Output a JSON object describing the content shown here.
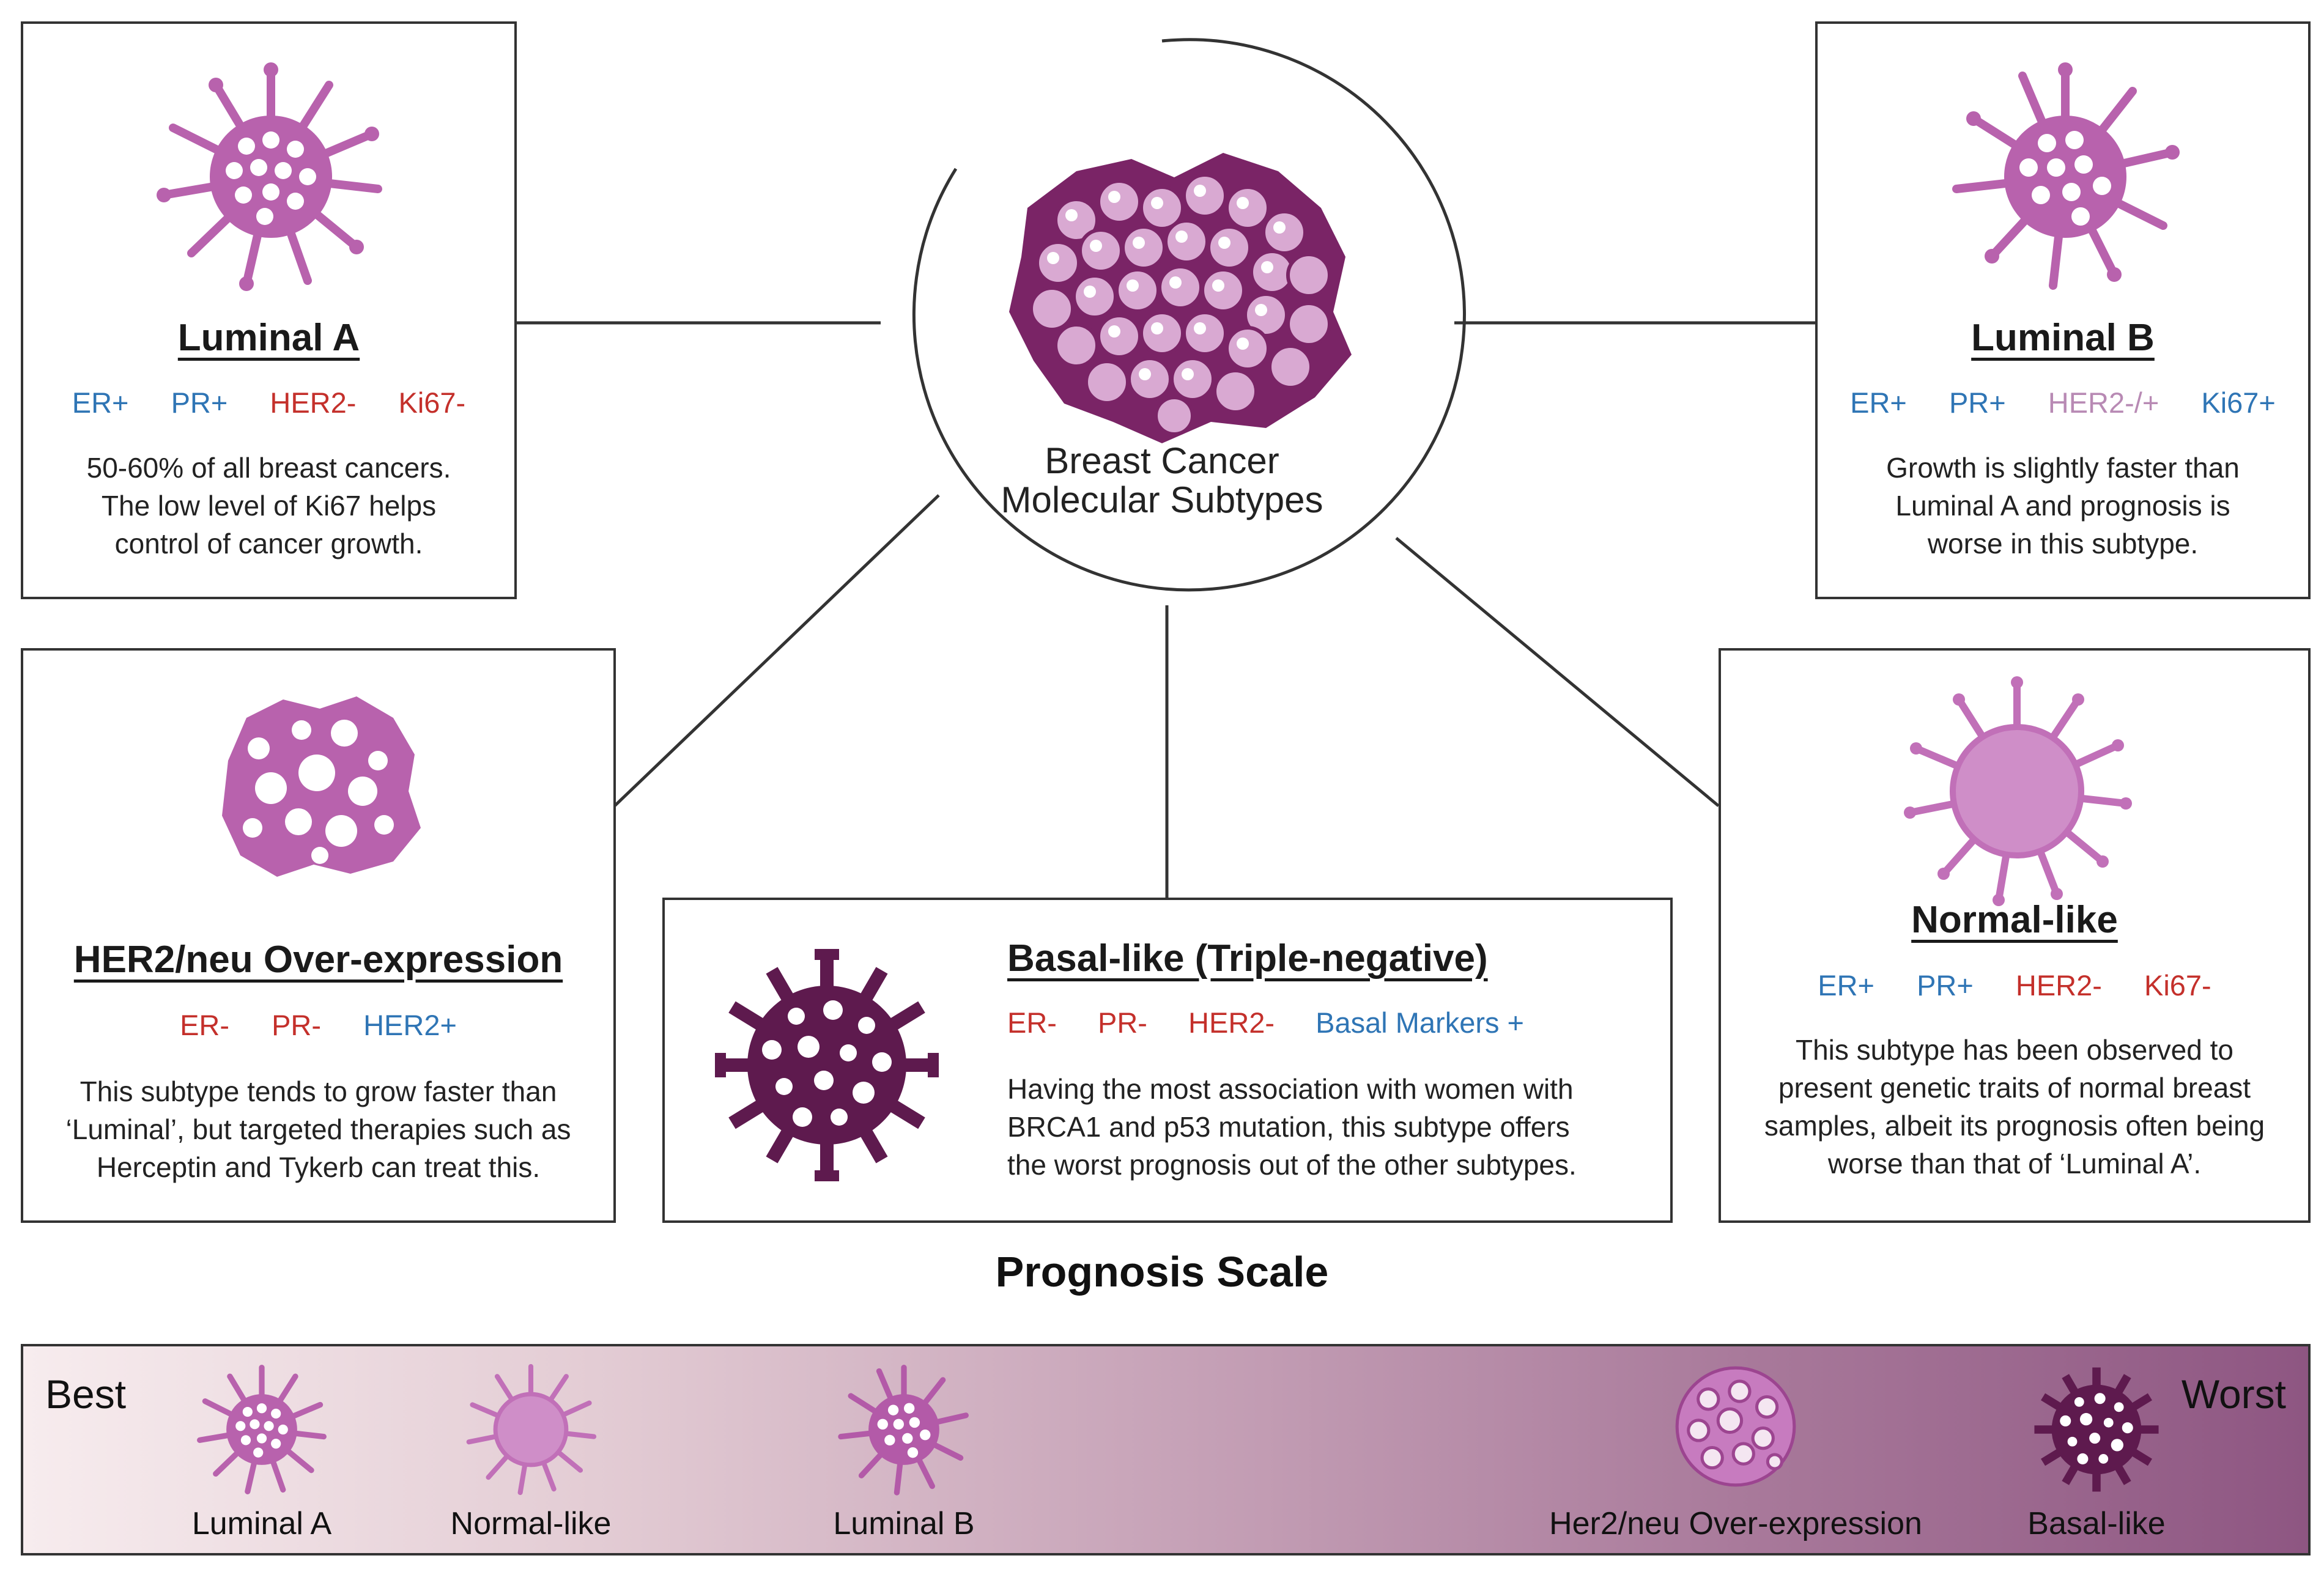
{
  "center": {
    "label_line1": "Breast Cancer",
    "label_line2": "Molecular Subtypes"
  },
  "luminal_a": {
    "title": "Luminal A",
    "markers": [
      {
        "text": "ER+",
        "status": "positive"
      },
      {
        "text": "PR+",
        "status": "positive"
      },
      {
        "text": "HER2-",
        "status": "negative"
      },
      {
        "text": "Ki67-",
        "status": "negative"
      }
    ],
    "desc": [
      "50-60% of all breast cancers.",
      "The low level of Ki67 helps",
      "control of cancer growth."
    ]
  },
  "luminal_b": {
    "title": "Luminal B",
    "markers": [
      {
        "text": "ER+",
        "status": "positive"
      },
      {
        "text": "PR+",
        "status": "positive"
      },
      {
        "text": "HER2-/+",
        "status": "mixed"
      },
      {
        "text": "Ki67+",
        "status": "positive"
      }
    ],
    "desc": [
      "Growth is slightly faster than",
      "Luminal A and prognosis is",
      "worse in this subtype."
    ]
  },
  "her2": {
    "title": "HER2/neu Over-expression",
    "markers": [
      {
        "text": "ER-",
        "status": "negative"
      },
      {
        "text": "PR-",
        "status": "negative"
      },
      {
        "text": "HER2+",
        "status": "positive"
      }
    ],
    "desc": [
      "This subtype tends to grow faster than",
      "‘Luminal’, but targeted therapies such as",
      "Herceptin and Tykerb can treat this."
    ]
  },
  "basal": {
    "title": "Basal-like (Triple-negative)",
    "markers": [
      {
        "text": "ER-",
        "status": "negative"
      },
      {
        "text": "PR-",
        "status": "negative"
      },
      {
        "text": "HER2-",
        "status": "negative"
      },
      {
        "text": "Basal Markers +",
        "status": "positive"
      }
    ],
    "desc": [
      "Having the most association with women with",
      "BRCA1 and p53 mutation, this subtype offers",
      "the worst prognosis out of the other subtypes."
    ]
  },
  "normal_like": {
    "title": "Normal-like",
    "markers": [
      {
        "text": "ER+",
        "status": "positive"
      },
      {
        "text": "PR+",
        "status": "positive"
      },
      {
        "text": "HER2-",
        "status": "negative"
      },
      {
        "text": "Ki67-",
        "status": "negative"
      }
    ],
    "desc": [
      "This subtype has been observed to",
      "present genetic traits of normal breast",
      "samples, albeit its prognosis often being",
      "worse than that of ‘Luminal A’."
    ]
  },
  "scale": {
    "title": "Prognosis Scale",
    "best_label": "Best",
    "worst_label": "Worst",
    "items": [
      {
        "label": "Luminal A",
        "icon": "luminal-a-cell-icon"
      },
      {
        "label": "Normal-like",
        "icon": "normal-like-cell-icon"
      },
      {
        "label": "Luminal B",
        "icon": "luminal-b-cell-icon"
      },
      {
        "label": "Her2/neu Over-expression",
        "icon": "her2-cell-icon"
      },
      {
        "label": "Basal-like",
        "icon": "basal-cell-icon"
      }
    ]
  },
  "colors": {
    "positive": "#2f75b5",
    "negative": "#c4302b",
    "mixed": "#b88ab4",
    "cell_light": "#c97fc0",
    "cell_mid": "#a4489a",
    "cell_dark": "#5e1a4e"
  }
}
